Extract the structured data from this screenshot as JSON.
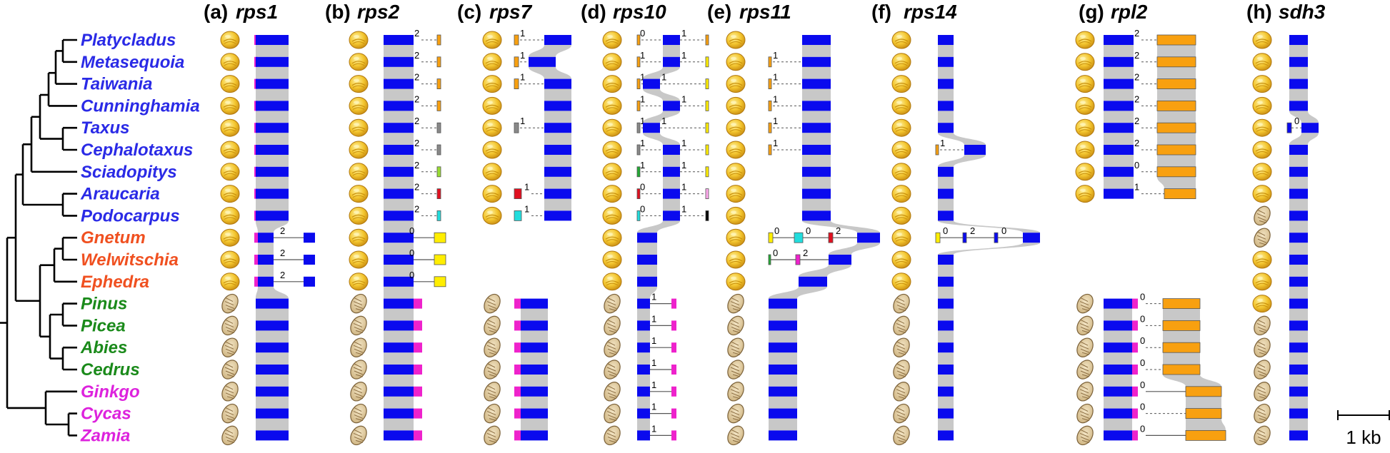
{
  "taxa": [
    {
      "name": "Platycladus",
      "color": "#2a2ae6"
    },
    {
      "name": "Metasequoia",
      "color": "#2a2ae6"
    },
    {
      "name": "Taiwania",
      "color": "#2a2ae6"
    },
    {
      "name": "Cunninghamia",
      "color": "#2a2ae6"
    },
    {
      "name": "Taxus",
      "color": "#2a2ae6"
    },
    {
      "name": "Cephalotaxus",
      "color": "#2a2ae6"
    },
    {
      "name": "Sciadopitys",
      "color": "#2a2ae6"
    },
    {
      "name": "Araucaria",
      "color": "#2a2ae6"
    },
    {
      "name": "Podocarpus",
      "color": "#2a2ae6"
    },
    {
      "name": "Gnetum",
      "color": "#f05020"
    },
    {
      "name": "Welwitschia",
      "color": "#f05020"
    },
    {
      "name": "Ephedra",
      "color": "#f05020"
    },
    {
      "name": "Pinus",
      "color": "#1a8a1a"
    },
    {
      "name": "Picea",
      "color": "#1a8a1a"
    },
    {
      "name": "Abies",
      "color": "#1a8a1a"
    },
    {
      "name": "Cedrus",
      "color": "#1a8a1a"
    },
    {
      "name": "Ginkgo",
      "color": "#dd22dd"
    },
    {
      "name": "Cycas",
      "color": "#dd22dd"
    },
    {
      "name": "Zamia",
      "color": "#dd22dd"
    }
  ],
  "panels": [
    {
      "letter": "(a)",
      "gene": "rps1"
    },
    {
      "letter": "(b)",
      "gene": "rps2"
    },
    {
      "letter": "(c)",
      "gene": "rps7"
    },
    {
      "letter": "(d)",
      "gene": "rps10"
    },
    {
      "letter": "(e)",
      "gene": "rps11"
    },
    {
      "letter": "(f)",
      "gene": "rps14"
    },
    {
      "letter": "(g)",
      "gene": "rpl2"
    },
    {
      "letter": "(h)",
      "gene": "sdh3"
    }
  ],
  "icons": {
    "plastid": "plastid-icon",
    "mitochondrion": "mitochondrion-icon"
  },
  "colors": {
    "core_gene": "#0a0aee",
    "link": "#c8c8c8",
    "plastid": "#f2c230",
    "mito": "#d9c49a",
    "orange": "#f8a010",
    "magenta": "#ee22cc"
  },
  "scale_bar": {
    "label": "1 kb"
  }
}
